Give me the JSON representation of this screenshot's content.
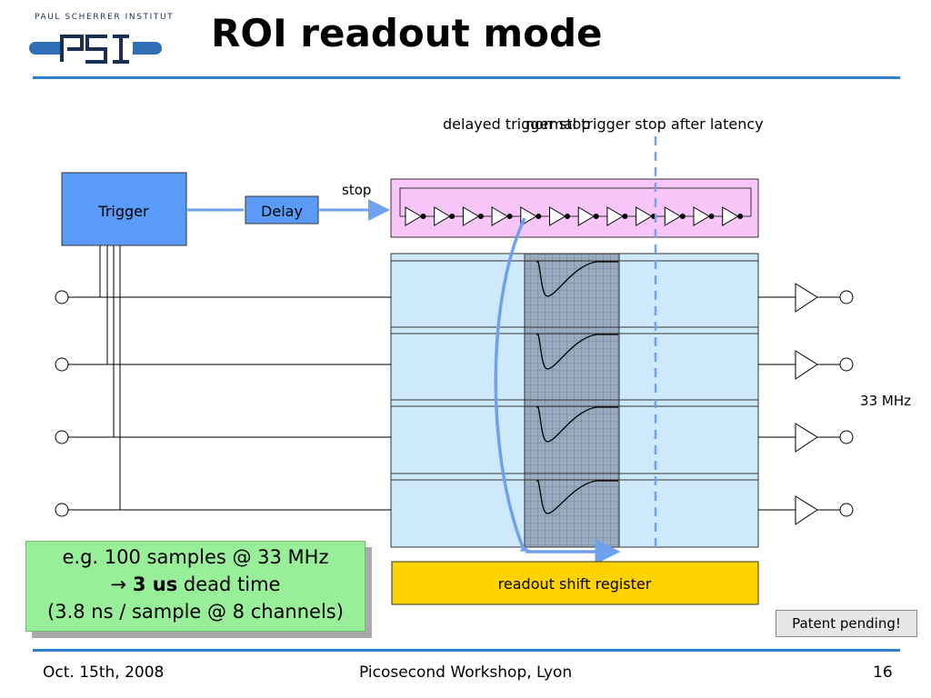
{
  "logo": {
    "institute": "PAUL SCHERRER INSTITUT",
    "mark": "PSI"
  },
  "title": "ROI readout mode",
  "diagram": {
    "trigger_label": "Trigger",
    "delay_label": "Delay",
    "stop_label": "stop",
    "delayed_trigger_stop_label": "delayed trigger stop",
    "normal_trigger_stop_label": "normal trigger stop after latency",
    "frequency_label": "33 MHz",
    "shift_register_label": "readout shift register",
    "colors": {
      "trigger_fill": "#5b9bf8",
      "delay_fill": "#5b9bf8",
      "domino_fill": "#f8c6f8",
      "channel_fill": "#cde9fb",
      "roi_fill": "#98aabd",
      "shift_register_fill": "#ffd200",
      "arrow": "#6fa1ee"
    }
  },
  "callout": {
    "line1": "e.g. 100 samples @ 33 MHz",
    "line2_arrow": "→",
    "line2_bold": "3 us",
    "line2_rest": "dead time",
    "line3": "(3.8 ns / sample @ 8 channels)"
  },
  "patent": "Patent pending!",
  "footer": {
    "date": "Oct. 15th, 2008",
    "event": "Picosecond Workshop, Lyon",
    "page": "16"
  }
}
